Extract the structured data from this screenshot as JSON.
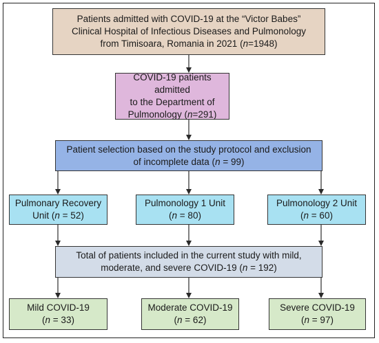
{
  "flowchart": {
    "admitted": {
      "lines": [
        "Patients admitted with COVID-19 at the “Victor Babes”",
        "Clinical Hospital of Infectious Diseases and Pulmonology",
        "from Timisoara, Romania in 2021 ("
      ],
      "n_label": "n",
      "n_value": "=1948)"
    },
    "pulmonology_department": {
      "line1": "COVID-19 patients admitted",
      "line2": "to the Department of",
      "line3_prefix": "Pulmonology (",
      "n_label": "n",
      "n_value": "=291)"
    },
    "selection": {
      "line1": "Patient selection based on the study protocol and exclusion",
      "line2_prefix": "of incomplete data (",
      "n_label": "n",
      "n_value": " = 99)"
    },
    "units": [
      {
        "line1": "Pulmonary Recovery",
        "line2_prefix": "Unit (",
        "n_label": "n",
        "n_value": " = 52)"
      },
      {
        "line1": "Pulmonology 1 Unit",
        "line2_prefix": "(",
        "n_label": "n",
        "n_value": " = 80)"
      },
      {
        "line1": "Pulmonology 2 Unit",
        "line2_prefix": "(",
        "n_label": "n",
        "n_value": " = 60)"
      }
    ],
    "total": {
      "line1": "Total of patients included in the current study with mild,",
      "line2_prefix": "moderate, and severe COVID-19 (",
      "n_label": "n",
      "n_value": " = 192)"
    },
    "severity": [
      {
        "line1": "Mild COVID-19",
        "line2_prefix": "(",
        "n_label": "n",
        "n_value": " = 33)"
      },
      {
        "line1": "Moderate COVID-19",
        "line2_prefix": "(",
        "n_label": "n",
        "n_value": " = 62)"
      },
      {
        "line1": "Severe COVID-19",
        "line2_prefix": "(",
        "n_label": "n",
        "n_value": " = 97)"
      }
    ]
  },
  "colors": {
    "admitted": "#e6d4c3",
    "pulmonology_department": "#dfb7dc",
    "selection": "#95b3e6",
    "units": "#a8e1f2",
    "total": "#d3dce8",
    "severity": "#d6e9c9",
    "arrow": "#2a2a2a"
  }
}
